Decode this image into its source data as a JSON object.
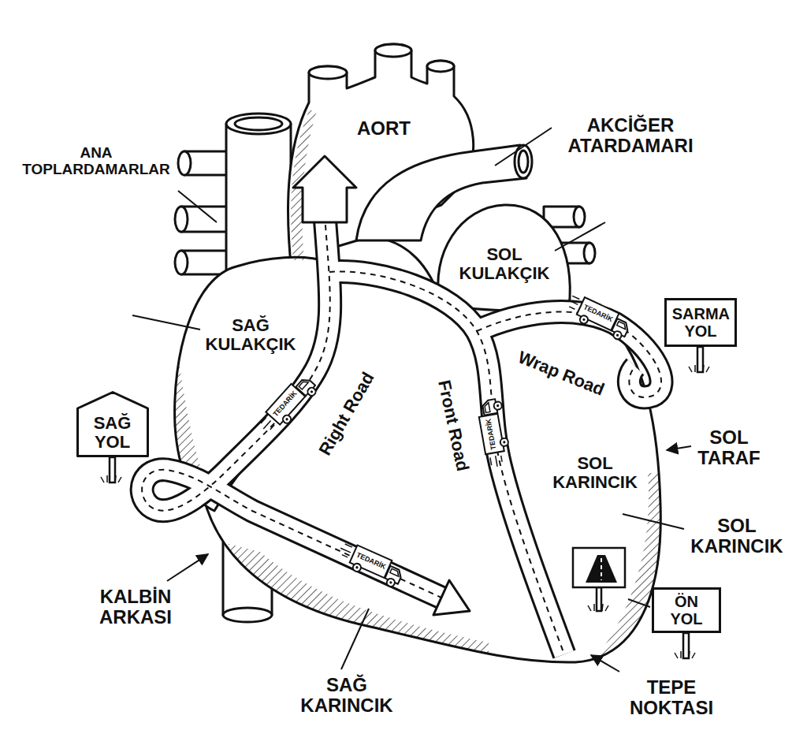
{
  "diagram": {
    "nodes": [
      {
        "text": [
          "TEDARİK"
        ]
      },
      {
        "text": [
          "SARMA YOL"
        ]
      },
      {
        "text": [
          "TEDARİK"
        ]
      },
      {
        "text": [
          "TEDARİK"
        ]
      },
      {
        "text": [
          "SAĞ YOL"
        ]
      },
      {
        "text": [
          "TEDARİK"
        ]
      },
      {
        "text": [
          "ÖN YOL"
        ]
      }
    ],
    "labels": [
      "AORT",
      "AKCİĞER ATARDAMARI",
      "ANA TOPLARDAMARLAR",
      "SOL KULAKÇIK",
      "SAĞ KULAKÇIK",
      "Wrap Road",
      "Right Road",
      "Front Road",
      "SOL TARAF",
      "SOL KARINCIK",
      "SOL KARINCIK",
      "KALBİN ARKASI",
      "SAĞ KARINCIK",
      "TEPE NOKTASI"
    ]
  }
}
